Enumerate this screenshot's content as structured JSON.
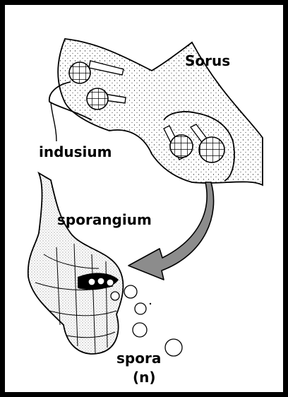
{
  "labels": {
    "sorus": "Sorus",
    "indusium": "indusium",
    "sporangium": "sporangium",
    "spora": "spora",
    "ploidy": "(n)"
  },
  "colors": {
    "ink": "#000000",
    "arrow_fill": "#8c8c8c",
    "background": "#ffffff"
  }
}
